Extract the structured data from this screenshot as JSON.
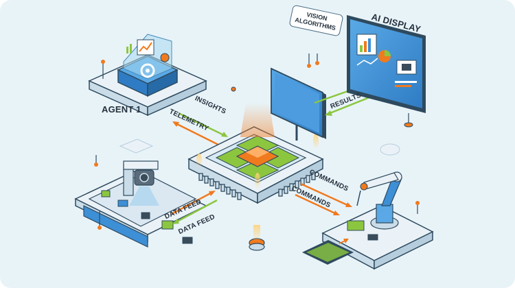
{
  "labels": {
    "agent": "AGENT 1",
    "insights": "INSIGHTS",
    "telemetry": "TELEMETRY",
    "results": "RESULTS",
    "vision_line1": "VISION",
    "vision_line2": "ALGORITHMS",
    "ai_display": "AI DISPLAY",
    "data_feed_top": "DATA FEED",
    "data_feed_bottom": "DATA FEED",
    "commands_top": "COMMANDS",
    "commands_bottom": "COMMANDS"
  },
  "colors": {
    "background": "#e8f3f8",
    "outline": "#2e4a5e",
    "platform": "#eaf2f7",
    "platform_side": "#c9dce8",
    "orange": "#f07a1e",
    "green": "#8cc63f",
    "screen_blue": "#3d8fd6",
    "chip_dark": "#3a4b5a"
  },
  "icons": [
    "gear-icon",
    "bar-chart-icon",
    "pie-chart-icon",
    "robot-arm-icon",
    "conveyor-icon",
    "monitor-icon",
    "chip-icon"
  ]
}
